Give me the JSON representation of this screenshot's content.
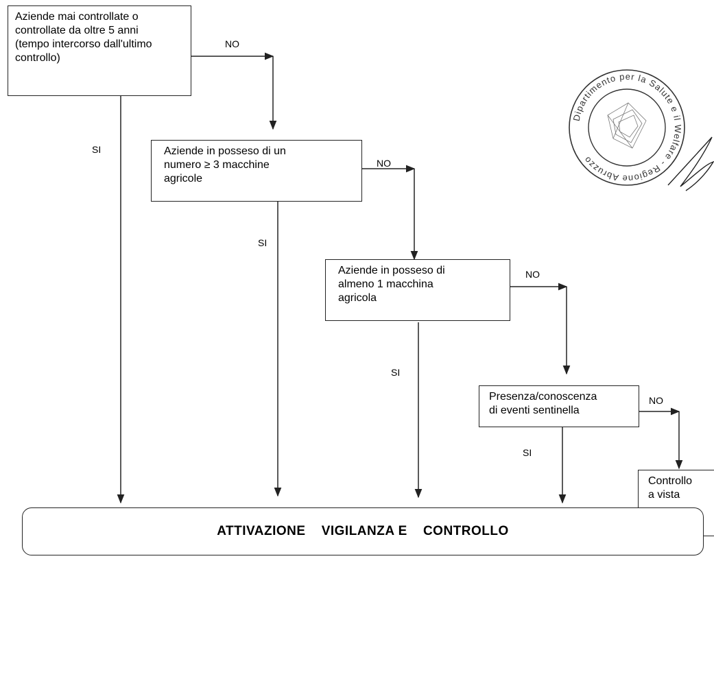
{
  "boxes": {
    "b1": "Aziende mai controllate o\ncontrollate da oltre 5 anni\n(tempo intercorso dall'ultimo\ncontrollo)",
    "b2": "Aziende in posseso di un\nnumero ≥  3 macchine\nagricole",
    "b3": "Aziende in posseso di\nalmeno 1  macchina\nagricola",
    "b4": "Presenza/conoscenza\ndi eventi sentinella",
    "b5": "Controllo\na vista",
    "final": "ATTIVAZIONE    VIGILANZA E    CONTROLLO"
  },
  "labels": {
    "no1": "NO",
    "si1": "SI",
    "no2": "NO",
    "si2": "SI",
    "no3": "NO",
    "si3": "SI",
    "no4": "NO",
    "si4": "SI"
  },
  "stamp": {
    "text": "Dipartimento per la Salute e il Welfare - Regione Abruzzo"
  }
}
